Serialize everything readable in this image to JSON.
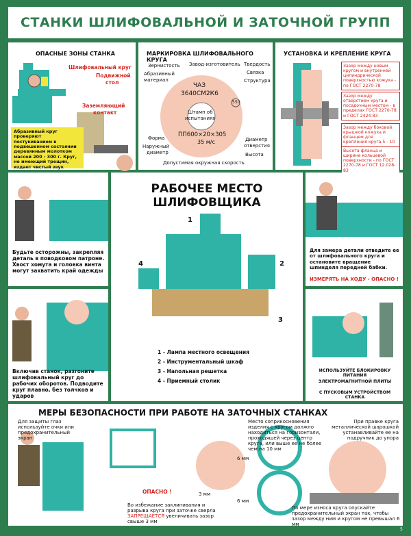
{
  "poster_title": "СТАНКИ ШЛИФОВАЛЬНОЙ И ЗАТОЧНОЙ ГРУПП",
  "top_left": {
    "heading": "ОПАСНЫЕ ЗОНЫ СТАНКА",
    "label_wheel": "Шлифовальный круг",
    "label_table_1": "Подвижной",
    "label_table_2": "стол",
    "label_ground_1": "Заземляющий",
    "label_ground_2": "контакт",
    "warning": "Абразивный круг проверяют постукиванием в подвешенном состоянии деревянным молотком массой 200 - 300 г. Круг, не имеющий трещин, издает чистый звук"
  },
  "top_mid": {
    "heading": "МАРКИРОВКА ШЛИФОВАЛЬНОГО КРУГА",
    "grain": "Зернистость",
    "maker": "Завод-изготовитель",
    "hardness": "Твердость",
    "abrasive_1": "Абразивный",
    "abrasive_2": "материал",
    "bond": "Связка",
    "structure": "Структура",
    "marking_1": "ЧАЗ",
    "marking_2": "3640СМ2К6",
    "stamp_1": "Штамп об",
    "stamp_2": "испытаниях",
    "stamp_num": "550",
    "dims": "ПП600×20×305",
    "speed": "35 м/с",
    "shape": "Форма",
    "outer_1": "Наружный",
    "outer_2": "диаметр",
    "hole_1": "Диаметр",
    "hole_2": "отверстия",
    "height": "Высота",
    "perm_speed": "Допустимая окружная скорость"
  },
  "top_right": {
    "heading": "УСТАНОВКА И КРЕПЛЕНИЕ КРУГА",
    "note1": "Зазор между новым кругом и внутренней цилиндрической поверхностью кожуха - по ГОСТ 2270-78",
    "note2": "Зазор между отверстием круга и посадочным местом - в пределах ГОСТ 2270-78 и ГОСТ 2424-83",
    "note3": "Зазор между боковой крышкой кожуха и фланцем для крепления круга 5 - 10 мм",
    "note4": "Высота фланца и ширина кольцевой поверхности - по ГОСТ 2270-78 и ГОСТ 12.028-83"
  },
  "mid_left_top": {
    "caption": "Будьте осторожны, закрепляя деталь в поводковом патроне. Хвост хомута и головка винта могут захватить край одежды"
  },
  "mid_left_bottom": {
    "caption": "Включив станок, разгоните шлифовальный круг до рабочих оборотов. Подводите круг плавно, без толчков и ударов"
  },
  "center": {
    "title_1": "РАБОЧЕЕ МЕСТО",
    "title_2": "ШЛИФОВЩИКА",
    "n1": "1",
    "n2": "2",
    "n3": "3",
    "n4": "4",
    "legend": [
      "1 - Лампа местного освещения",
      "2 - Инструментальный шкаф",
      "3 - Напольная решетка",
      "4 - Приемный столик"
    ]
  },
  "mid_right_top": {
    "caption": "Для замера детали отведите ее от шлифовального круга и остановите вращение шпинделя передней бабки.",
    "warning": "ИЗМЕРЯТЬ НА ХОДУ - ОПАСНО !"
  },
  "mid_right_bottom": {
    "caption_1": "ИСПОЛЬЗУЙТЕ БЛОКИРОВКУ ПИТАНИЯ",
    "caption_2": "ЭЛЕКТРОМАГНИТНОЙ ПЛИТЫ",
    "caption_3": "С ПУСКОВЫМ УСТРОЙСТВОМ СТАНКА"
  },
  "bottom": {
    "heading": "МЕРЫ БЕЗОПАСНОСТИ ПРИ РАБОТЕ НА ЗАТОЧНЫХ СТАНКАХ",
    "eyes": "Для защиты глаз используйте очки или предохранительный экран",
    "danger": "ОПАСНО !",
    "contact": "Место соприкосновения изделия с кругом должно находиться на горизонтали, проходящей через центр круга, или выше ее не более чем на 10 мм",
    "gap1": "6 мм",
    "gap2": "3 мм",
    "gap3": "6 мм",
    "jam_1": "Во избежание заклинивания и разрыва круга при заточке сверла ",
    "jam_red": "ЗАПРЕЩАЕТСЯ",
    "jam_2": " увеличивать зазор свыше 3 мм",
    "dress": "При правке круга металлической шарошкой устанавливайте ее на подручник до упора",
    "wear": "По мере износа круга опускайте предохранительный экран так, чтобы зазор между ним и кругом не превышал 6 мм"
  },
  "page_num": "5"
}
